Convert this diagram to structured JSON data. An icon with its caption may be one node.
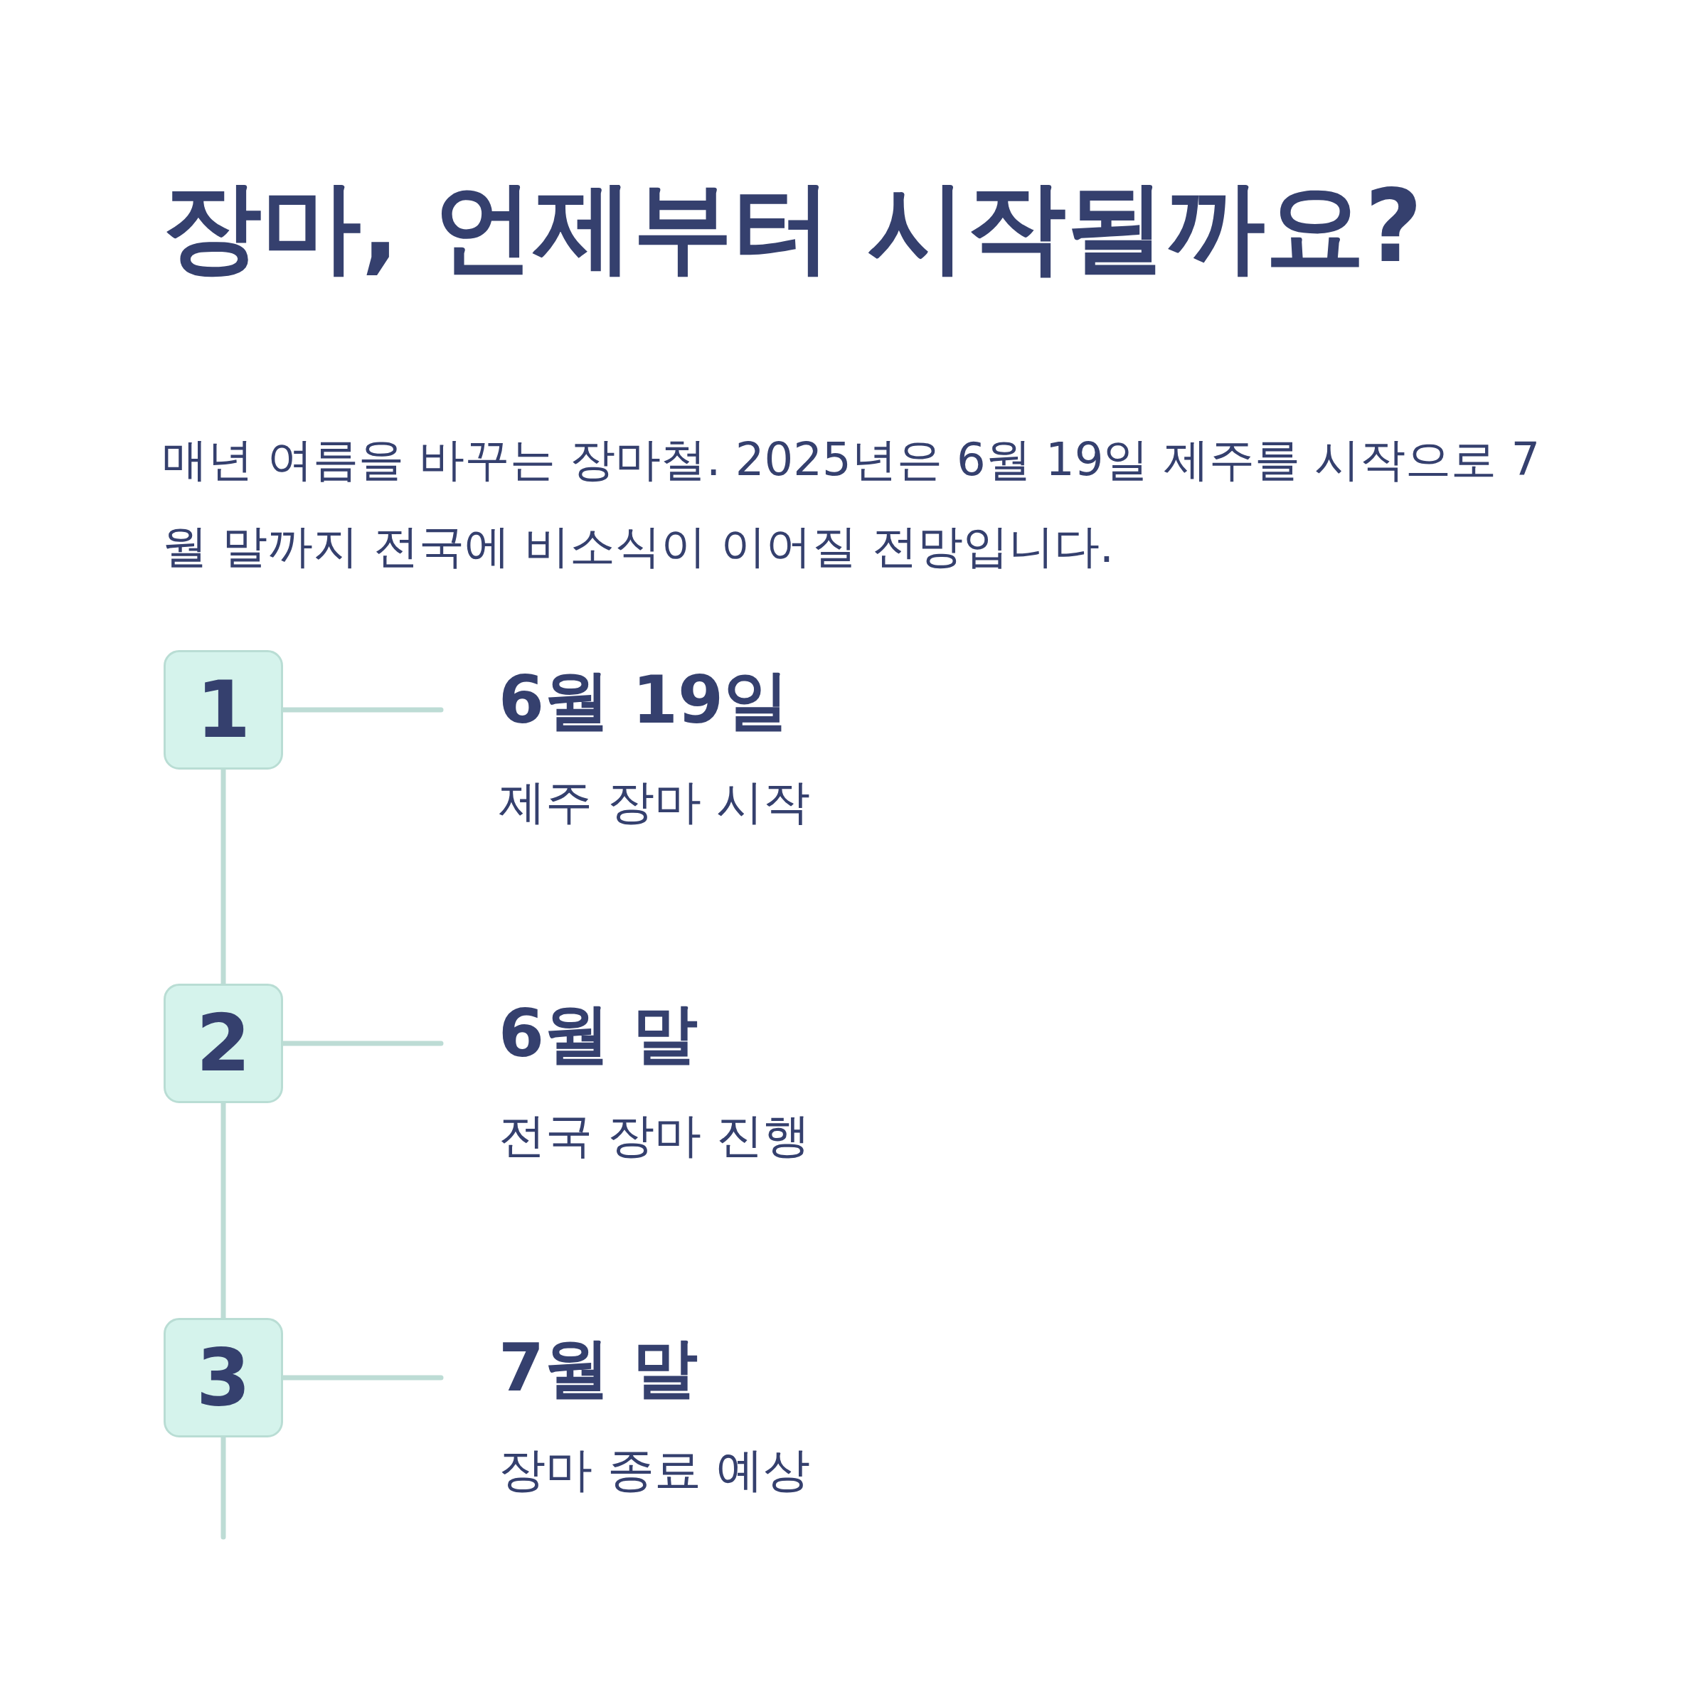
{
  "diagram": {
    "title": "장마, 언제부터 시작될까요?",
    "nodes": [
      {
        "text": [
          "1"
        ]
      },
      {
        "text": [
          "6월 19일",
          "제주 장마 시작"
        ]
      },
      {
        "text": [
          "2"
        ]
      },
      {
        "text": [
          "6월 말",
          "전국 장마 진행"
        ]
      },
      {
        "text": [
          "3"
        ]
      },
      {
        "text": [
          "7월 말",
          "장마 종료 예상"
        ]
      }
    ],
    "edges": [
      {
        "from": 0,
        "to": 1,
        "arrow": "none"
      },
      {
        "from": 0,
        "to": 2,
        "arrow": "none"
      },
      {
        "from": 2,
        "to": 3,
        "arrow": "none"
      },
      {
        "from": 2,
        "to": 4,
        "arrow": "none"
      },
      {
        "from": 4,
        "to": 5,
        "arrow": "none"
      },
      {
        "from": 4,
        "to": null,
        "arrow": "none"
      }
    ],
    "labels": [
      "매년 여름을 바꾸는 장마철. 2025년은 6월 19일 제주를 시작으로 7월 말까지 전국에 비소식이 이어질 전망입니다."
    ]
  }
}
